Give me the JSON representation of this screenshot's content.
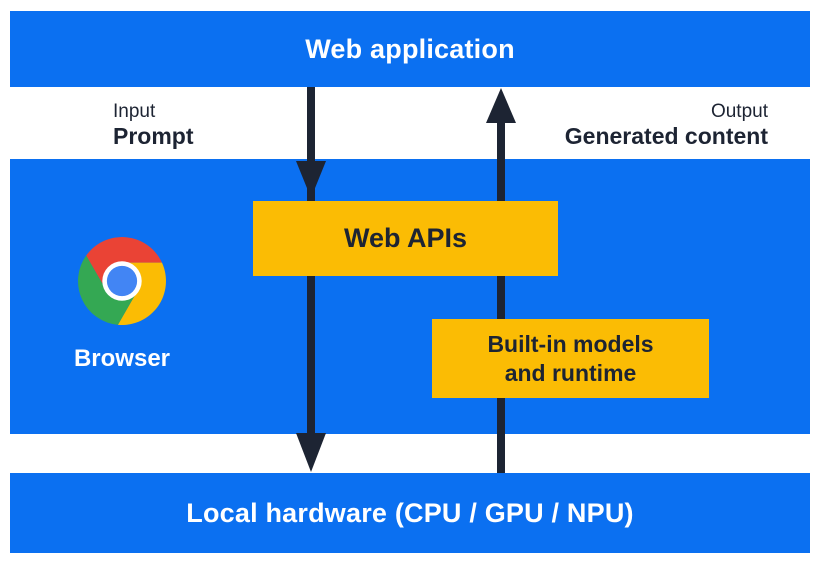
{
  "nodes": {
    "web_application": "Web application",
    "web_apis": "Web APIs",
    "built_in_models": {
      "line1": "Built-in models",
      "line2": "and runtime"
    },
    "browser": "Browser",
    "local_hardware": "Local hardware (CPU / GPU / NPU)"
  },
  "annotations": {
    "input": {
      "label": "Input",
      "value": "Prompt"
    },
    "output": {
      "label": "Output",
      "value": "Generated content"
    }
  },
  "icons": {
    "chrome": "chrome-logo"
  },
  "colors": {
    "layer_blue": "#0b70f1",
    "accent_yellow": "#fbbc04",
    "arrow_dark": "#1d2433",
    "text_white": "#ffffff",
    "chrome_red": "#ea4335",
    "chrome_yellow": "#fbbc04",
    "chrome_green": "#34a853",
    "chrome_blue": "#4285f4"
  }
}
